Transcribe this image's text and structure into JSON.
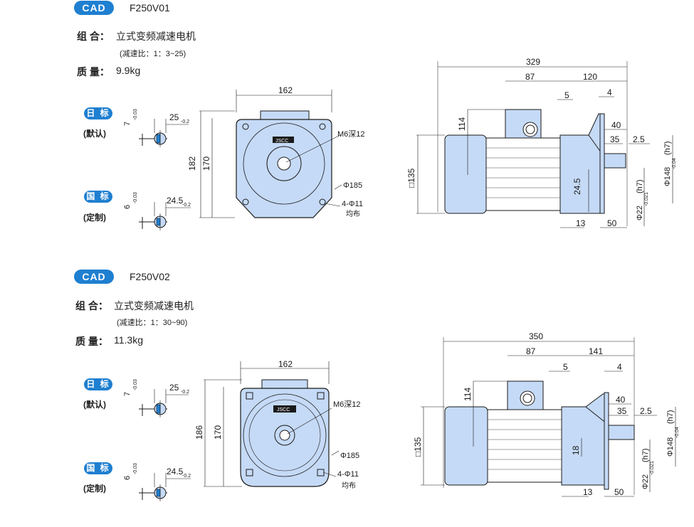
{
  "section1": {
    "cad_label": "CAD",
    "model": "F250V01",
    "combo_label": "组 合：",
    "combo_value": "立式变频减速电机",
    "ratio": "(减速比：1：3~25)",
    "mass_label": "质 量：",
    "mass_value": "9.9kg",
    "jp_tag": "日 标",
    "jp_sub": "(默认)",
    "cn_tag": "国 标",
    "cn_sub": "(定制)",
    "key_jp": {
      "h": "7",
      "h_tol": "-0.03",
      "w": "25",
      "w_tol": "-0.2"
    },
    "key_cn": {
      "h": "6",
      "h_tol": "-0.03",
      "w": "24.5",
      "w_tol": "-0.2"
    },
    "front": {
      "width": "162",
      "height_outer": "182",
      "height_inner": "170",
      "thread": "M6深12",
      "pcd": "Φ185",
      "holes": "4-Φ11",
      "holes_note": "均布",
      "logo": "JSCC"
    },
    "side": {
      "overall": "329",
      "d87": "87",
      "d120": "120",
      "d5": "5",
      "d4": "4",
      "d114": "114",
      "d40": "40",
      "d35": "35",
      "d2_5": "2.5",
      "sq135": "□135",
      "d24_5": "24.5",
      "d13": "13",
      "d50": "50",
      "shaft": "Φ22",
      "shaft_tol": "-0.021",
      "shaft_fit": "(h7)",
      "pilot": "Φ148",
      "pilot_tol": "-0.04",
      "pilot_fit": "(h7)"
    }
  },
  "section2": {
    "cad_label": "CAD",
    "model": "F250V02",
    "combo_label": "组 合：",
    "combo_value": "立式变频减速电机",
    "ratio": "(减速比：1：30~90)",
    "mass_label": "质 量：",
    "mass_value": "11.3kg",
    "jp_tag": "日 标",
    "jp_sub": "(默认)",
    "cn_tag": "国 标",
    "cn_sub": "(定制)",
    "key_jp": {
      "h": "7",
      "h_tol": "-0.03",
      "w": "25",
      "w_tol": "-0.2"
    },
    "key_cn": {
      "h": "6",
      "h_tol": "-0.03",
      "w": "24.5",
      "w_tol": "-0.2"
    },
    "front": {
      "width": "162",
      "height_outer": "186",
      "height_inner": "170",
      "thread": "M6深12",
      "pcd": "Φ185",
      "holes": "4-Φ11",
      "holes_note": "均布",
      "logo": "JSCC"
    },
    "side": {
      "overall": "350",
      "d87": "87",
      "d141": "141",
      "d5": "5",
      "d4": "4",
      "d114": "114",
      "d40": "40",
      "d35": "35",
      "d2_5": "2.5",
      "sq135": "□135",
      "d18": "18",
      "d13": "13",
      "d50": "50",
      "shaft": "Φ22",
      "shaft_tol": "-0.021",
      "shaft_fit": "(h7)",
      "pilot": "Φ148",
      "pilot_tol": "-0.04",
      "pilot_fit": "(h7)"
    }
  },
  "colors": {
    "accent": "#1f7fd0",
    "part_fill": "#c5daf6",
    "line": "#1a1a1a"
  }
}
